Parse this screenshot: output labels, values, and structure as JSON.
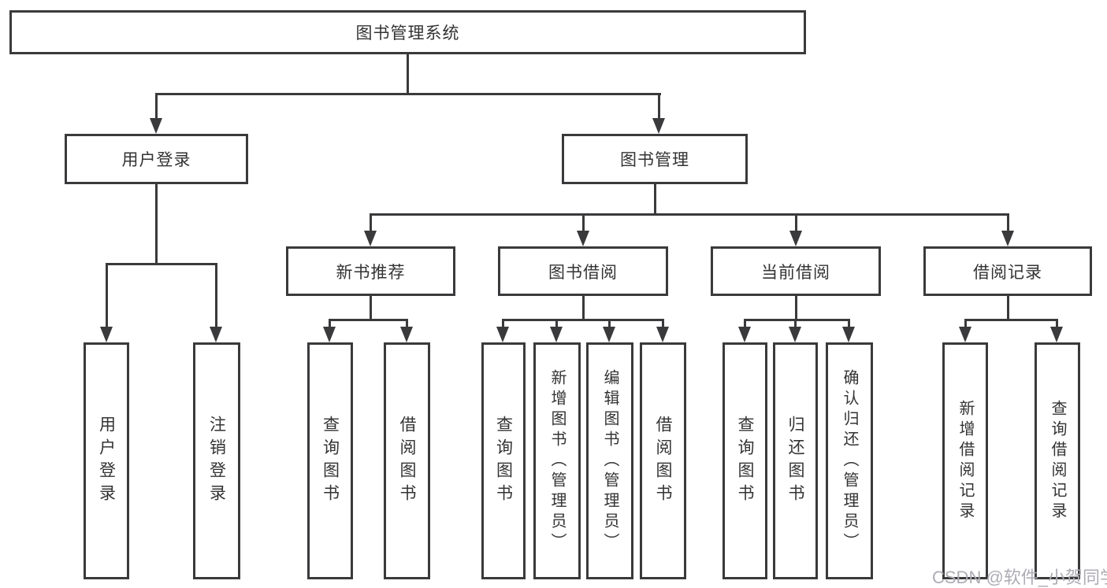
{
  "diagram": {
    "root": {
      "label": "图书管理系统"
    },
    "level2": [
      {
        "label": "用户登录"
      },
      {
        "label": "图书管理"
      }
    ],
    "level3": [
      {
        "label": "新书推荐"
      },
      {
        "label": "图书借阅"
      },
      {
        "label": "当前借阅"
      },
      {
        "label": "借阅记录"
      }
    ],
    "level4": [
      {
        "label": "用户登录"
      },
      {
        "label": "注销登录"
      },
      {
        "label": "查询图书"
      },
      {
        "label": "借阅图书"
      },
      {
        "label": "查询图书"
      },
      {
        "label": "新增图书（管理员）"
      },
      {
        "label": "编辑图书（管理员）"
      },
      {
        "label": "借阅图书"
      },
      {
        "label": "查询图书"
      },
      {
        "label": "归还图书"
      },
      {
        "label": "确认归还（管理员）"
      },
      {
        "label": "新增借阅记录"
      },
      {
        "label": "查询借阅记录"
      }
    ],
    "line_color": "#3a3a3c",
    "text_color": "#333333"
  },
  "watermark": {
    "text": "CSDN @软件_小贺同学",
    "color": "#aeacb4"
  }
}
